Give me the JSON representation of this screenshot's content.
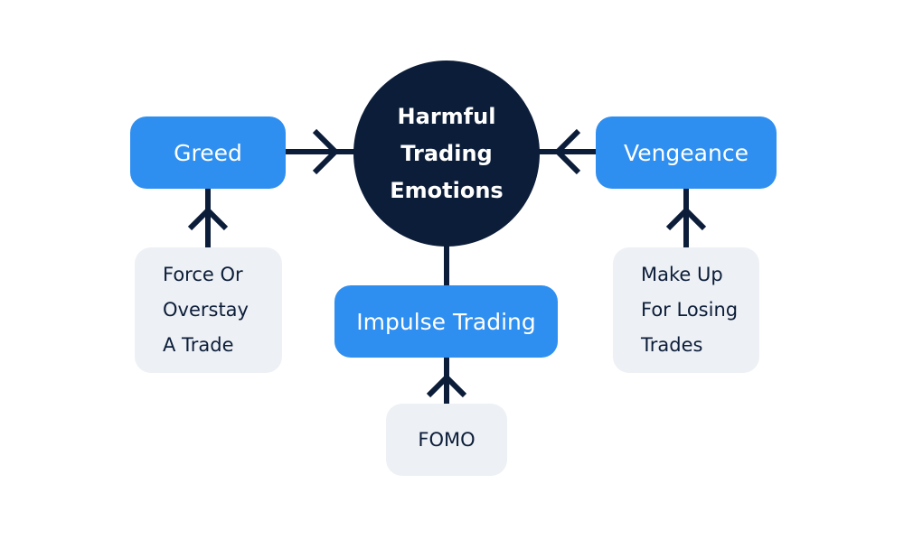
{
  "diagram": {
    "hub": {
      "lines": [
        "Harmful",
        "Trading",
        "Emotions"
      ]
    },
    "greed": {
      "label": "Greed"
    },
    "vengeance": {
      "label": "Vengeance"
    },
    "impulse": {
      "label": "Impulse Trading"
    },
    "force": {
      "lines": [
        "Force Or",
        "Overstay",
        "A Trade"
      ]
    },
    "makeup": {
      "lines": [
        "Make Up",
        "For Losing",
        "Trades"
      ]
    },
    "fomo": {
      "label": "FOMO"
    }
  },
  "colors": {
    "hub_fill": "#0c1d39",
    "node_blue": "#2f8ff0",
    "node_grey": "#edf0f4",
    "text_dark": "#0c1d39",
    "connector": "#0c1d39"
  }
}
